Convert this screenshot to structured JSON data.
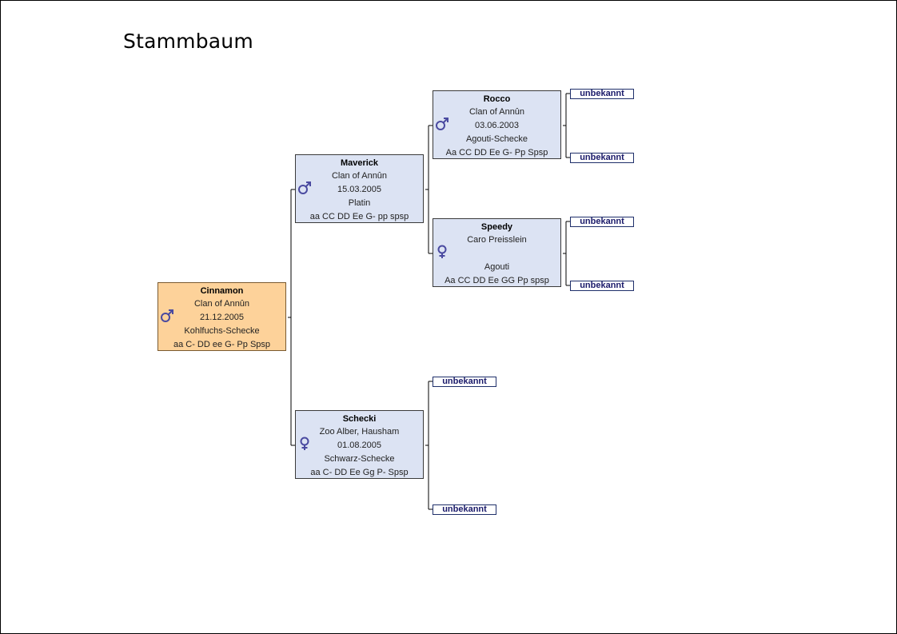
{
  "title": "Stammbaum",
  "colors": {
    "root_fill": "#fdd29a",
    "card_fill": "#dce3f3",
    "symbol": "#4a4aa0",
    "line": "#000000"
  },
  "root": {
    "name": "Cinnamon",
    "sex": "male",
    "breeder": "Clan of Annûn",
    "birth": "21.12.2005",
    "color": "Kohlfuchs-Schecke",
    "genes": "aa C- DD ee G- Pp Spsp"
  },
  "father": {
    "name": "Maverick",
    "sex": "male",
    "breeder": "Clan of Annûn",
    "birth": "15.03.2005",
    "color": "Platin",
    "genes": "aa CC DD Ee G- pp spsp"
  },
  "mother": {
    "name": "Schecki",
    "sex": "female",
    "breeder": "Zoo Alber, Hausham",
    "birth": "01.08.2005",
    "color": "Schwarz-Schecke",
    "genes": "aa C- DD Ee Gg P- Spsp"
  },
  "paternal_grandfather": {
    "name": "Rocco",
    "sex": "male",
    "breeder": "Clan of Annûn",
    "birth": "03.06.2003",
    "color": "Agouti-Schecke",
    "genes": "Aa CC DD Ee G- Pp Spsp"
  },
  "paternal_grandmother": {
    "name": "Speedy",
    "sex": "female",
    "breeder": "Caro Preisslein",
    "birth": "",
    "color": "Agouti",
    "genes": "Aa CC DD Ee GG Pp spsp"
  },
  "unknown_label": "unbekannt"
}
